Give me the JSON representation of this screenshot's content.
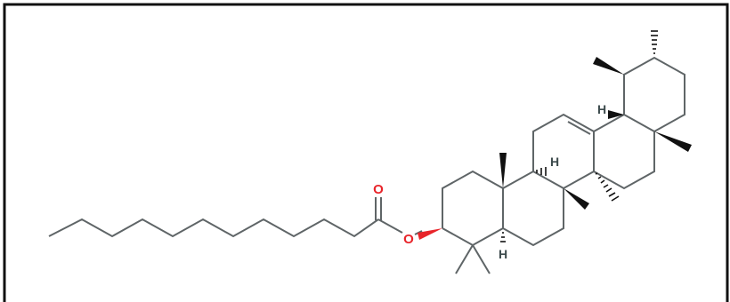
{
  "colors": {
    "bond": "#5f6567",
    "oxygen": "#e8242a",
    "wedge": "#111111",
    "frame": "#111111",
    "background": "#ffffff",
    "hydrogen_label": "#3c4a4c"
  },
  "atoms": {
    "carbonyl_oxygen": "O",
    "ester_oxygen": "O",
    "hydrogen_c5": "H",
    "hydrogen_c9": "H",
    "hydrogen_c18": "H"
  }
}
